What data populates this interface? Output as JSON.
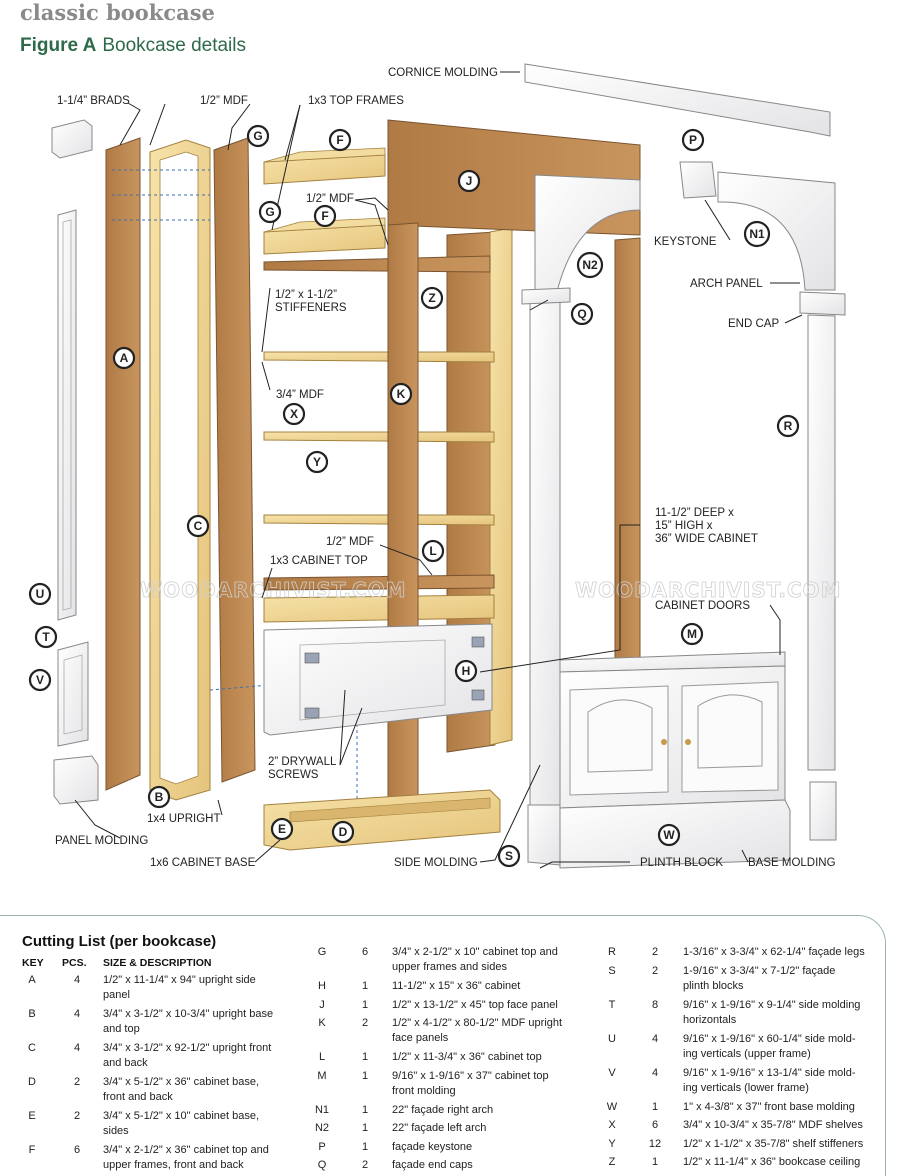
{
  "header": {
    "section_title": "classic bookcase",
    "figure_label": "Figure A",
    "figure_title": "Bookcase details"
  },
  "watermark": "WOODARCHIVIST.COM",
  "labels": {
    "cornice_molding": "CORNICE MOLDING",
    "brads": "1-1/4” BRADS",
    "mdf_half_a": "1/2” MDF",
    "top_frames": "1x3 TOP FRAMES",
    "mdf_half_b": "1/2” MDF",
    "keystone": "KEYSTONE",
    "arch_panel": "ARCH PANEL",
    "stiffeners_1": "1/2” x 1-1/2”",
    "stiffeners_2": "STIFFENERS",
    "end_cap": "END CAP",
    "mdf_three_quarter": "3/4” MDF",
    "cabinet_1": "11-1/2” DEEP x",
    "cabinet_2": "15” HIGH x",
    "cabinet_3": "36” WIDE CABINET",
    "mdf_half_c": "1/2” MDF",
    "cabinet_top": "1x3 CABINET TOP",
    "cabinet_doors": "CABINET DOORS",
    "drywall_1": "2” DRYWALL",
    "drywall_2": "SCREWS",
    "upright": "1x4 UPRIGHT",
    "panel_molding": "PANEL MOLDING",
    "cabinet_base": "1x6 CABINET BASE",
    "side_molding": "SIDE MOLDING",
    "plinth_block": "PLINTH BLOCK",
    "base_molding": "BASE MOLDING"
  },
  "bubbles": {
    "A": "A",
    "B": "B",
    "C": "C",
    "D": "D",
    "E": "E",
    "F": "F",
    "G": "G",
    "H": "H",
    "J": "J",
    "K": "K",
    "L": "L",
    "M": "M",
    "N1": "N1",
    "N2": "N2",
    "P": "P",
    "Q": "Q",
    "R": "R",
    "S": "S",
    "T": "T",
    "U": "U",
    "V": "V",
    "W": "W",
    "X": "X",
    "Y": "Y",
    "Z": "Z"
  },
  "cutting_list": {
    "title": "Cutting List (per bookcase)",
    "headers": {
      "key": "KEY",
      "pcs": "PCS.",
      "desc": "SIZE & DESCRIPTION"
    },
    "columns": [
      [
        {
          "key": "A",
          "pcs": "4",
          "desc": [
            "1/2\" x 11-1/4\" x 94\" upright side",
            "panel"
          ]
        },
        {
          "key": "B",
          "pcs": "4",
          "desc": [
            "3/4\" x 3-1/2\" x 10-3/4\" upright base",
            "and top"
          ]
        },
        {
          "key": "C",
          "pcs": "4",
          "desc": [
            "3/4\" x 3-1/2\" x 92-1/2\" upright front",
            "and back"
          ]
        },
        {
          "key": "D",
          "pcs": "2",
          "desc": [
            "3/4\" x 5-1/2\" x 36\" cabinet base,",
            "front and back"
          ]
        },
        {
          "key": "E",
          "pcs": "2",
          "desc": [
            "3/4\" x 5-1/2\" x 10\" cabinet base,",
            "sides"
          ]
        },
        {
          "key": "F",
          "pcs": "6",
          "desc": [
            "3/4\" x 2-1/2\" x 36\" cabinet top and",
            "upper frames, front and back"
          ]
        }
      ],
      [
        {
          "key": "G",
          "pcs": "6",
          "desc": [
            "3/4\" x 2-1/2\" x 10\" cabinet top and",
            "upper frames and sides"
          ]
        },
        {
          "key": "H",
          "pcs": "1",
          "desc": [
            "11-1/2\" x 15\" x 36\" cabinet"
          ]
        },
        {
          "key": "J",
          "pcs": "1",
          "desc": [
            "1/2\" x 13-1/2\" x 45\" top face panel"
          ]
        },
        {
          "key": "K",
          "pcs": "2",
          "desc": [
            "1/2\" x 4-1/2\" x 80-1/2\"  MDF upright",
            "face panels"
          ]
        },
        {
          "key": "L",
          "pcs": "1",
          "desc": [
            "1/2\" x 11-3/4\" x 36\" cabinet top"
          ]
        },
        {
          "key": "M",
          "pcs": "1",
          "desc": [
            "9/16\" x 1-9/16\" x 37\" cabinet top",
            "front molding"
          ]
        },
        {
          "key": "N1",
          "pcs": "1",
          "desc": [
            "22\" façade right arch"
          ]
        },
        {
          "key": "N2",
          "pcs": "1",
          "desc": [
            "22\" façade left arch"
          ]
        },
        {
          "key": "P",
          "pcs": "1",
          "desc": [
            "façade keystone"
          ]
        },
        {
          "key": "Q",
          "pcs": "2",
          "desc": [
            "façade end caps"
          ]
        }
      ],
      [
        {
          "key": "R",
          "pcs": "2",
          "desc": [
            "1-3/16\" x 3-3/4\" x 62-1/4\" façade legs"
          ]
        },
        {
          "key": "S",
          "pcs": "2",
          "desc": [
            "1-9/16\" x 3-3/4\" x 7-1/2\" façade",
            "plinth blocks"
          ]
        },
        {
          "key": "T",
          "pcs": "8",
          "desc": [
            "9/16\" x 1-9/16\" x 9-1/4\" side molding",
            "horizontals"
          ]
        },
        {
          "key": "U",
          "pcs": "4",
          "desc": [
            "9/16\" x 1-9/16\" x 60-1/4\" side mold-",
            "ing verticals (upper frame)"
          ]
        },
        {
          "key": "V",
          "pcs": "4",
          "desc": [
            "9/16\" x 1-9/16\" x 13-1/4\" side mold-",
            "ing verticals (lower frame)"
          ]
        },
        {
          "key": "W",
          "pcs": "1",
          "desc": [
            "1\" x 4-3/8\" x 37\" front base molding"
          ]
        },
        {
          "key": "X",
          "pcs": "6",
          "desc": [
            "3/4\" x 10-3/4\" x 35-7/8\" MDF shelves"
          ]
        },
        {
          "key": "Y",
          "pcs": "12",
          "desc": [
            "1/2\" x 1-1/2\" x 35-7/8\" shelf stiffeners"
          ]
        },
        {
          "key": "Z",
          "pcs": "1",
          "desc": [
            "1/2\" x 11-1/4\" x 36\" bookcase ceiling"
          ]
        }
      ]
    ]
  }
}
